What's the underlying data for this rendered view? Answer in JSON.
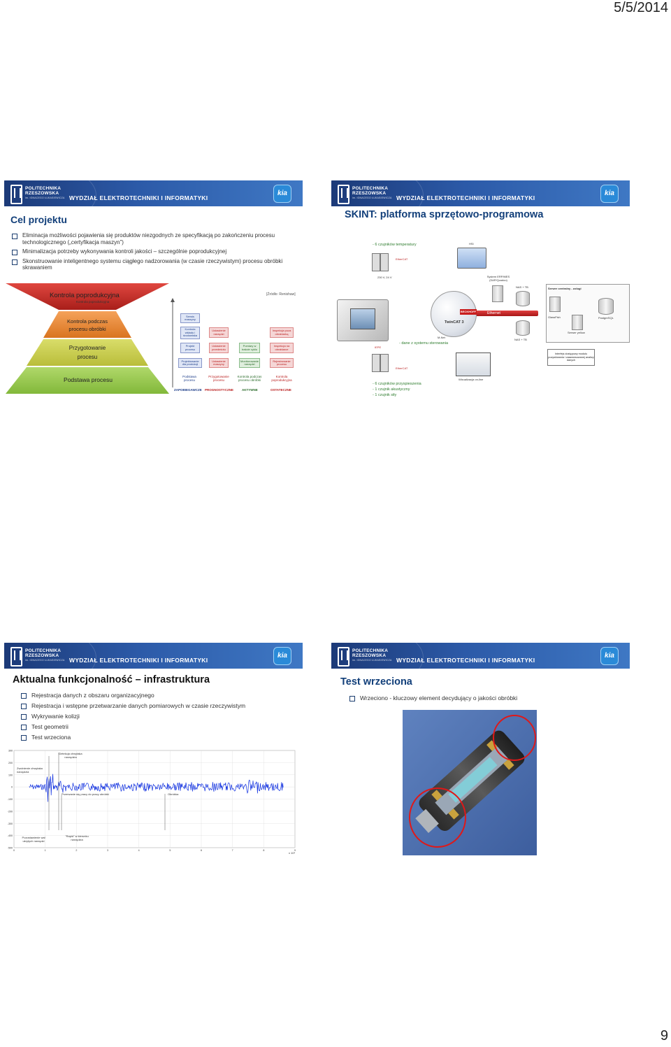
{
  "header": {
    "date": "5/5/2014"
  },
  "footer": {
    "page_number": "9"
  },
  "branding": {
    "university_line1": "POLITECHNIKA",
    "university_line2": "RZESZOWSKA",
    "university_line3": "im. IGNACEGO ŁUKASIEWICZA",
    "faculty": "WYDZIAŁ ELEKTROTECHNIKI I INFORMATYKI",
    "department_logo": "kia",
    "colors": {
      "banner_dark": "#1c3a78",
      "banner_light": "#3f78c4",
      "title": "#123f7a"
    }
  },
  "slide1": {
    "title": "Cel projektu",
    "bullets": [
      "Eliminacja możliwości pojawienia się produktów niezgodnych ze specyfikacją po zakończeniu procesu technologicznego („certyfikacja maszyn”)",
      "Minimalizacja potrzeby wykonywania kontroli jakości – szczególnie poprodukcyjnej",
      "Skonstruowanie inteligentnego systemu ciągłego nadzorowania (w czasie rzeczywistym) procesu obróbki skrawaniem"
    ],
    "pyramid": {
      "top": "Kontrola poprodukcyjna",
      "top_overlay": "Kontrola poprodukcyjna",
      "layer2": "Kontrola podczas procesu obróbki",
      "layer3": "Przygotowanie procesu",
      "base": "Podstawa procesu"
    },
    "source": "[Źródło: Renishaw]",
    "flow": {
      "col1": [
        "Serwis maszyny",
        "Kontrola wkładu i środowiska",
        "Projekt procesu",
        "Projektowanie dla produkcji"
      ],
      "col2": [
        "Ustawienie narzędzi",
        "Ustawienie przedmiotu",
        "Ustawienie maszyny"
      ],
      "col3": [
        "Pomiary w trakcie cyklu",
        "Monitorowanie narzędzi"
      ],
      "col4": [
        "Inspekcja poza obrabiarką",
        "Inspekcja na obrabiarce",
        "Rejestrowanie procesu"
      ],
      "headers": [
        "Podstawa procesu",
        "Przygotowanie procesu",
        "Kontrola podczas procesu obróbki",
        "Kontrola poprodukcyjna"
      ],
      "footers": [
        "ZAPOBIEGAWCZE",
        "PROGNOSTYCZNE",
        "AKTYWNE",
        "OSTATECZNE"
      ]
    }
  },
  "slide2": {
    "title": "SKINT: platforma sprzętowo-programowa",
    "annotations": {
      "temp": "- 6 czujników temperatury",
      "ethercat1": "EtherCAT",
      "voltage": "230 V, 24 V",
      "hmi": "HSI",
      "erp": "System ERP/MES (SAP/Qcadoo)",
      "nas1": "NAS + TB",
      "central": "Serwer centralny - usługi",
      "glassfish": "GlassFish",
      "postgres": "PostgreSQL",
      "yellow": "Serwer yellow",
      "nas2": "NAS + TB",
      "ethernet": "Ethernet",
      "beckhoff": "BECKHOFF",
      "twincat": "TwinCAT 3",
      "mnet": "M-Net",
      "data": "- dane z systemu sterowania",
      "iepe": "IEPE",
      "ethercat2": "EtherCAT",
      "iface": "Interfejs dostępowy modułu pozyskiwania i zaawansowanej analizy danych",
      "sensors": [
        "- 6 czujników przyspieszenia",
        "- 1 czujnik akustyczny",
        "- 1 czujnik siły"
      ],
      "viz": "Wizualizacja on-line"
    }
  },
  "slide3": {
    "title": "Aktualna funkcjonalność – infrastruktura",
    "bullets": [
      "Rejestracja danych z obszaru organizacyjnego",
      "Rejestracja i wstępne przetwarzanie danych pomiarowych w czasie rzeczywistym",
      "Wykrywanie kolizji",
      "Test geometrii",
      "Test wrzeciona"
    ],
    "plot": {
      "yticks": [
        "300",
        "200",
        "100",
        "0",
        "-100",
        "-200",
        "-300",
        "-400",
        "-500"
      ],
      "xticks": [
        "0",
        "1",
        "2",
        "3",
        "4",
        "5",
        "6",
        "7",
        "8",
        "9"
      ],
      "xscale": "x 10⁴",
      "labels": {
        "detect": "Detekcja chwytaka narzędzia",
        "release": "Zwolnienie chwytaka narzędzia",
        "spinup": "Przerwanie się pracy do pracy obróbki",
        "machining": "Obróbka",
        "placement": "Pozostawienie wał ukrytych narzędzi",
        "rapid": "\"Rapid\" w kierunku narzędzia"
      }
    }
  },
  "slide4": {
    "title": "Test wrzeciona",
    "bullets": [
      "Wrzeciono - kluczowy element decydujący o jakości obróbki"
    ]
  }
}
